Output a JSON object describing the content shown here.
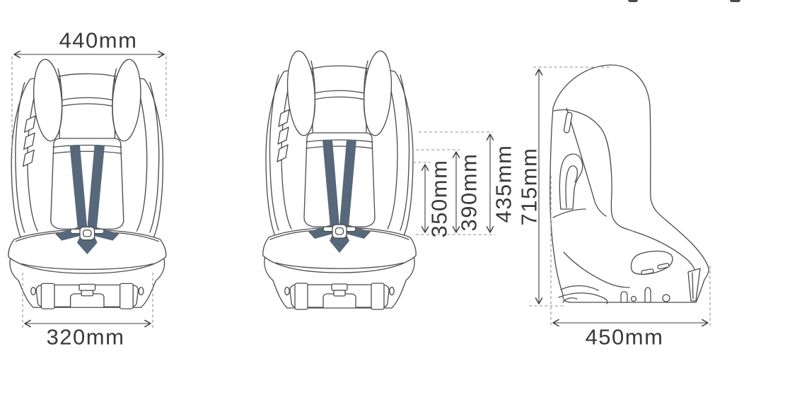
{
  "diagram": {
    "subject": "Child car seat three-view dimension drawing",
    "views": {
      "front": {
        "name": "front view",
        "top_width": "440mm",
        "base_width": "320mm"
      },
      "front_center": {
        "name": "front view with height references",
        "heights": [
          "350mm",
          "390mm",
          "435mm"
        ]
      },
      "side": {
        "name": "side view",
        "overall_height": "715mm",
        "overall_depth": "450mm"
      }
    }
  },
  "colors": {
    "background": "#ffffff",
    "seat_outline": "#4b4b4b",
    "harness_strap": "#566879",
    "dimension_line": "#3f3f3f",
    "extension_dash": "#8f8f8f",
    "label_text": "#3a3a3a"
  },
  "top_edge_artifacts": {
    "count": 2,
    "description": "bottoms of two glyphs from heading text cropped at top edge"
  }
}
